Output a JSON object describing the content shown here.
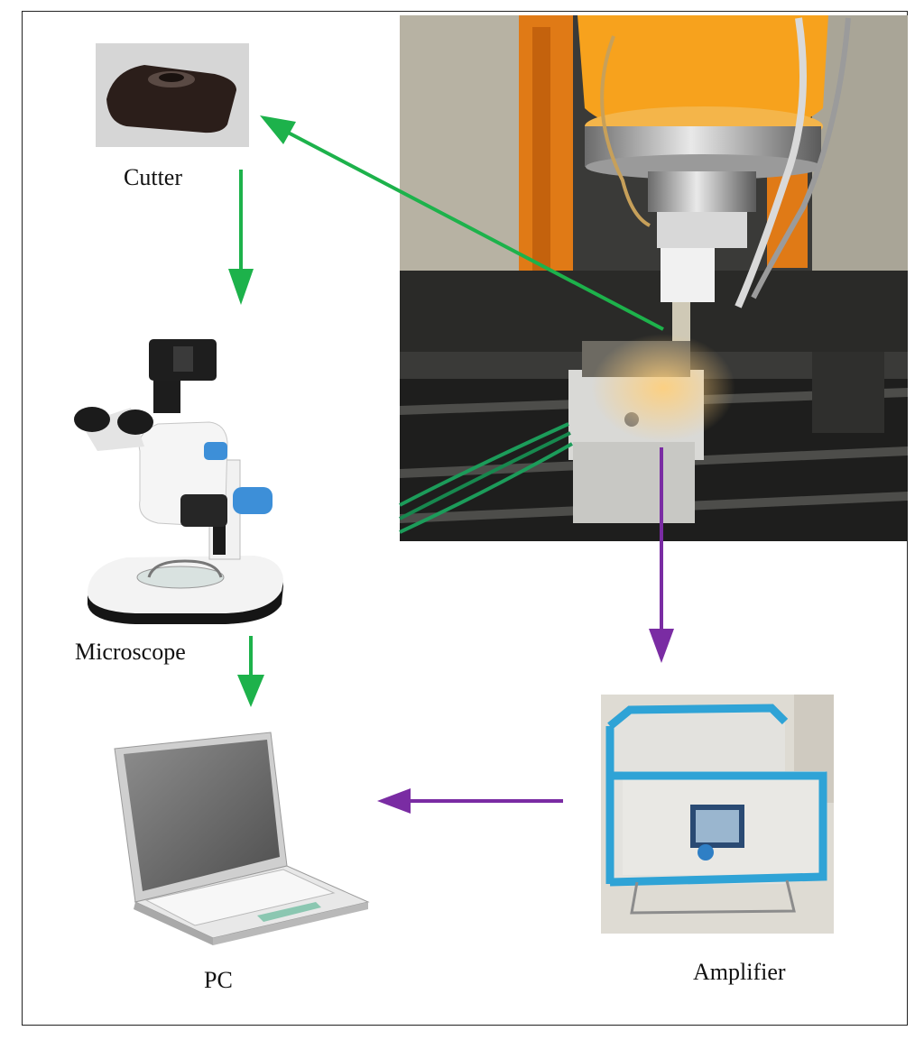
{
  "labels": {
    "cutter": "Cutter",
    "microscope": "Microscope",
    "pc": "PC",
    "amplifier": "Amplifier"
  },
  "colors": {
    "flow_green": "#1db24b",
    "flow_purple": "#7a2ca3",
    "machine_orange": "#f29a1c",
    "amplifier_blue": "#2fa3d6"
  },
  "icons": {
    "cutter": "cutter-insert-icon",
    "machine": "milling-machine-photo",
    "microscope": "stereo-microscope-icon",
    "pc": "laptop-icon",
    "amplifier": "amplifier-device-icon"
  }
}
